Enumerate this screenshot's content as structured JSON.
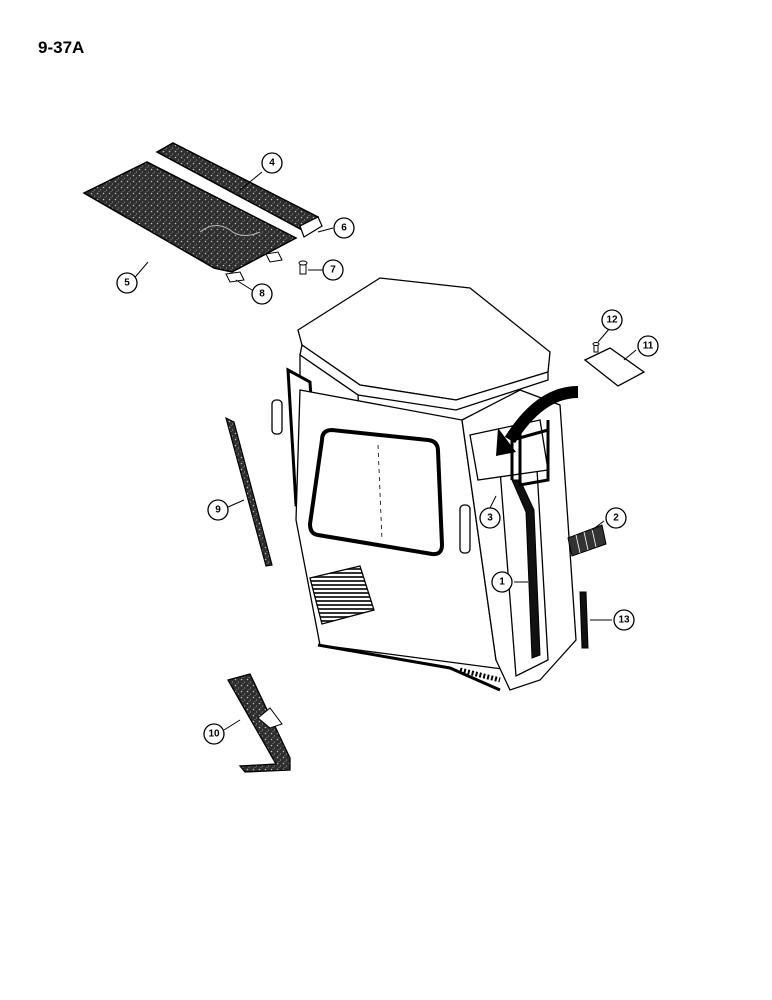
{
  "page": {
    "title": "9-37A"
  },
  "colors": {
    "ink": "#000000",
    "paper": "#ffffff",
    "texture": "#3a3a3a"
  },
  "callouts": [
    {
      "id": "c1",
      "label": "1"
    },
    {
      "id": "c2",
      "label": "2"
    },
    {
      "id": "c3",
      "label": "3"
    },
    {
      "id": "c4",
      "label": "4"
    },
    {
      "id": "c5",
      "label": "5"
    },
    {
      "id": "c6",
      "label": "6"
    },
    {
      "id": "c7",
      "label": "7"
    },
    {
      "id": "c8",
      "label": "8"
    },
    {
      "id": "c9",
      "label": "9"
    },
    {
      "id": "c10",
      "label": "10"
    },
    {
      "id": "c11",
      "label": "11"
    },
    {
      "id": "c12",
      "label": "12"
    },
    {
      "id": "c13",
      "label": "13"
    }
  ]
}
